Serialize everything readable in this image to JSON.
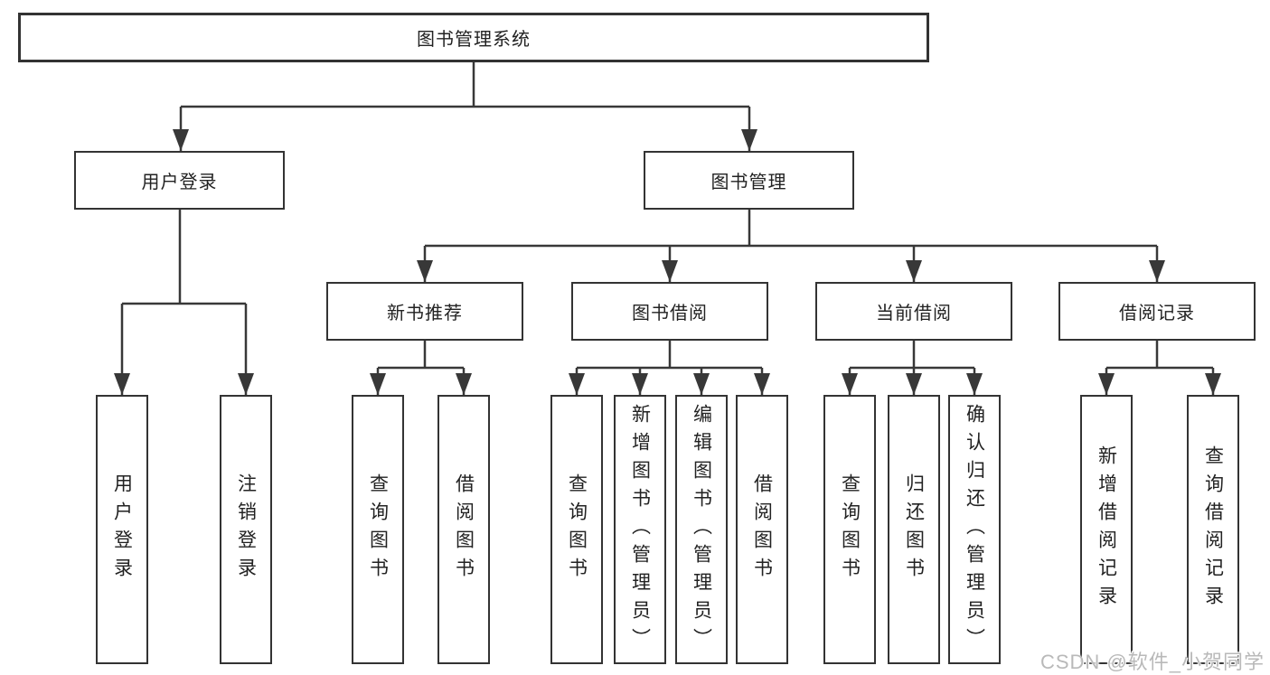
{
  "tree": {
    "root": {
      "label": "图书管理系统"
    },
    "children": [
      {
        "label": "用户登录",
        "children": [
          {
            "label": "用户登录"
          },
          {
            "label": "注销登录"
          }
        ]
      },
      {
        "label": "图书管理",
        "children": [
          {
            "label": "新书推荐",
            "children": [
              {
                "label": "查询图书"
              },
              {
                "label": "借阅图书"
              }
            ]
          },
          {
            "label": "图书借阅",
            "children": [
              {
                "label": "查询图书"
              },
              {
                "label": "新增图书（管理员）"
              },
              {
                "label": "编辑图书（管理员）"
              },
              {
                "label": "借阅图书"
              }
            ]
          },
          {
            "label": "当前借阅",
            "children": [
              {
                "label": "查询图书"
              },
              {
                "label": "归还图书"
              },
              {
                "label": "确认归还（管理员）"
              }
            ]
          },
          {
            "label": "借阅记录",
            "children": [
              {
                "label": "新增借阅记录"
              },
              {
                "label": "查询借阅记录"
              }
            ]
          }
        ]
      }
    ]
  },
  "watermark": {
    "text": "CSDN @软件_小贺同学"
  },
  "colors": {
    "line": "#383838",
    "box_border": "#333333",
    "box_fill": "#ffffff",
    "text": "#222222",
    "watermark": "#b9b9b9"
  }
}
